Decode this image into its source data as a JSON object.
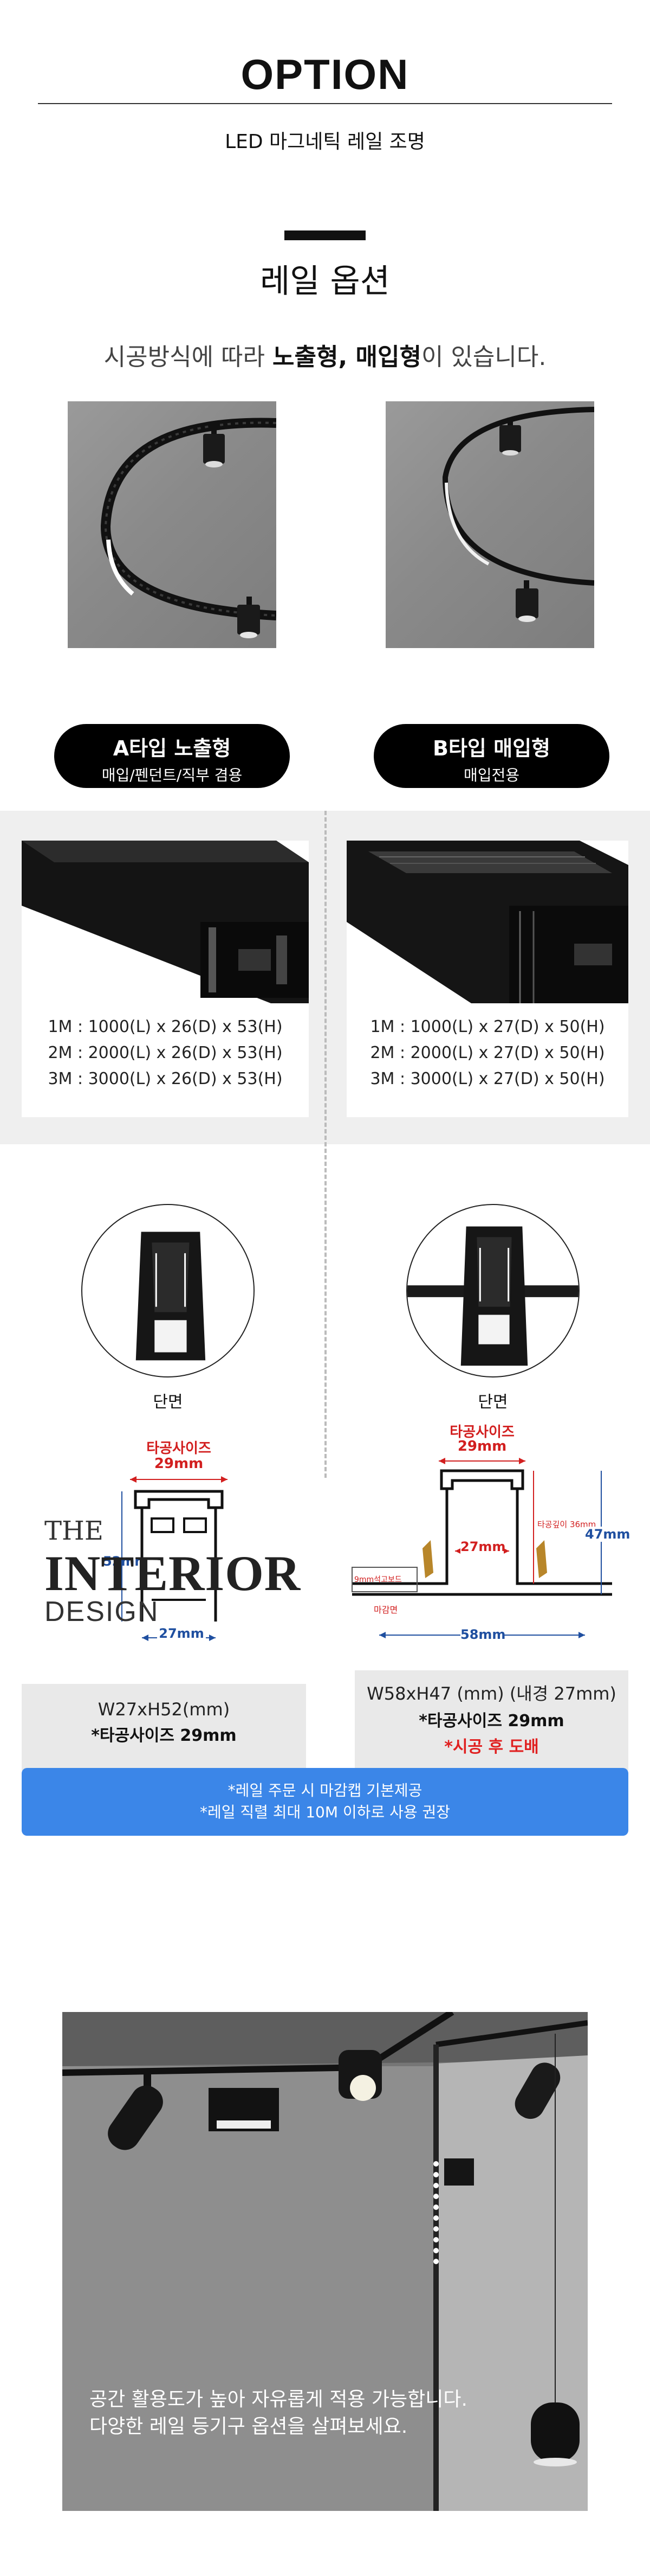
{
  "header": {
    "title": "OPTION",
    "subtitle": "LED 마그네틱 레일 조명"
  },
  "section": {
    "title": "레일 옵션",
    "desc_pre": "시공방식에 따라 ",
    "desc_bold1": "노출형",
    "desc_mid": ", ",
    "desc_bold2": "매입형",
    "desc_post": "이 있습니다."
  },
  "type_a": {
    "title": "A타입 노출형",
    "sub": "매입/펜던트/직부 겸용",
    "specs": [
      "1M : 1000(L) x 26(D) x 53(H)",
      "2M : 2000(L) x 26(D) x 53(H)",
      "3M : 3000(L) x 26(D) x 53(H)"
    ],
    "section_label": "단면",
    "cut_label": "타공사이즈",
    "cut_value": "29mm",
    "height_value": "52mm",
    "width_value": "27mm",
    "watermark_1": "THE",
    "watermark_2": "INTERIOR",
    "watermark_3": "DESIGN",
    "box_line1": "W27xH52(mm)",
    "box_line2": "*타공사이즈 29mm"
  },
  "type_b": {
    "title": "B타입 매입형",
    "sub": "매입전용",
    "specs": [
      "1M : 1000(L) x 27(D) x 50(H)",
      "2M : 2000(L) x 27(D) x 50(H)",
      "3M : 3000(L) x 27(D) x 50(H)"
    ],
    "section_label": "단면",
    "cut_label": "타공사이즈",
    "cut_value": "29mm",
    "inner_value": "27mm",
    "depth_label": "타공깊이 36mm",
    "height_value": "47mm",
    "width_value": "58mm",
    "board_label": "9mm석고보드",
    "finish_label": "마감면",
    "box_line1": "W58xH47 (mm) (내경 27mm)",
    "box_line2": "*타공사이즈 29mm",
    "box_line3": "*시공 후 도배"
  },
  "notice": {
    "line1": "*레일 주문 시 마감캡 기본제공",
    "line2": "*레일 직렬 최대 10M 이하로 사용 권장"
  },
  "room": {
    "caption1": "공간 활용도가 높아 자유롭게 적용 가능합니다.",
    "caption2": "다양한 레일 등기구 옵션을 살펴보세요."
  },
  "colors": {
    "accent_blue": "#3b86e8",
    "dim_red": "#d21f1f",
    "dim_blue": "#1f4fa0",
    "warning_red": "#e02020"
  }
}
